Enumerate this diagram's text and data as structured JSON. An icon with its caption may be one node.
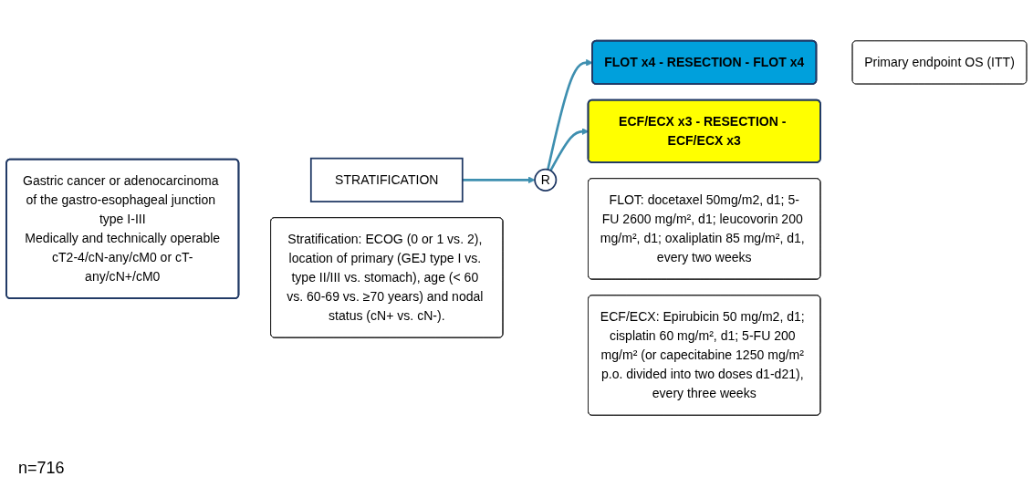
{
  "diagram": {
    "nodes": [
      {
        "text": [
          "Gastric cancer or adenocarcinoma of the gastro-esophageal junction type I-III",
          "Medically and technically operable",
          "cT2-4/cN-any/cM0 or cT-any/cN+/cM0"
        ]
      },
      {
        "text": [
          "STRATIFICATION"
        ]
      },
      {
        "text": [
          "R"
        ]
      },
      {
        "text": [
          "FLOT x4 - RESECTION - FLOT x4"
        ]
      },
      {
        "text": [
          "ECF/ECX x3 - RESECTION - ECF/ECX x3"
        ]
      },
      {
        "text": [
          "Primary endpoint OS (ITT)"
        ]
      },
      {
        "text": [
          "Stratification: ECOG (0 or 1 vs. 2), location of primary (GEJ type I vs. type II/III vs. stomach), age (< 60 vs. 60-69 vs. ≥70 years) and nodal status (cN+ vs. cN-)."
        ]
      },
      {
        "text": [
          "FLOT: docetaxel 50mg/m2, d1; 5-FU 2600 mg/m², d1; leucovorin 200 mg/m², d1; oxaliplatin 85 mg/m², d1, every two weeks"
        ]
      },
      {
        "text": [
          "ECF/ECX: Epirubicin 50 mg/m2, d1; cisplatin 60 mg/m², d1; 5-FU 200 mg/m² (or capecitabine 1250 mg/m² p.o. divided into two doses d1-d21), every three weeks"
        ]
      }
    ],
    "edges": [
      {
        "from": 1,
        "to": 2,
        "arrow": "to"
      },
      {
        "from": 2,
        "to": 3,
        "arrow": "to"
      },
      {
        "from": 2,
        "to": 4,
        "arrow": "to"
      }
    ],
    "labels": [
      "n=716"
    ]
  }
}
